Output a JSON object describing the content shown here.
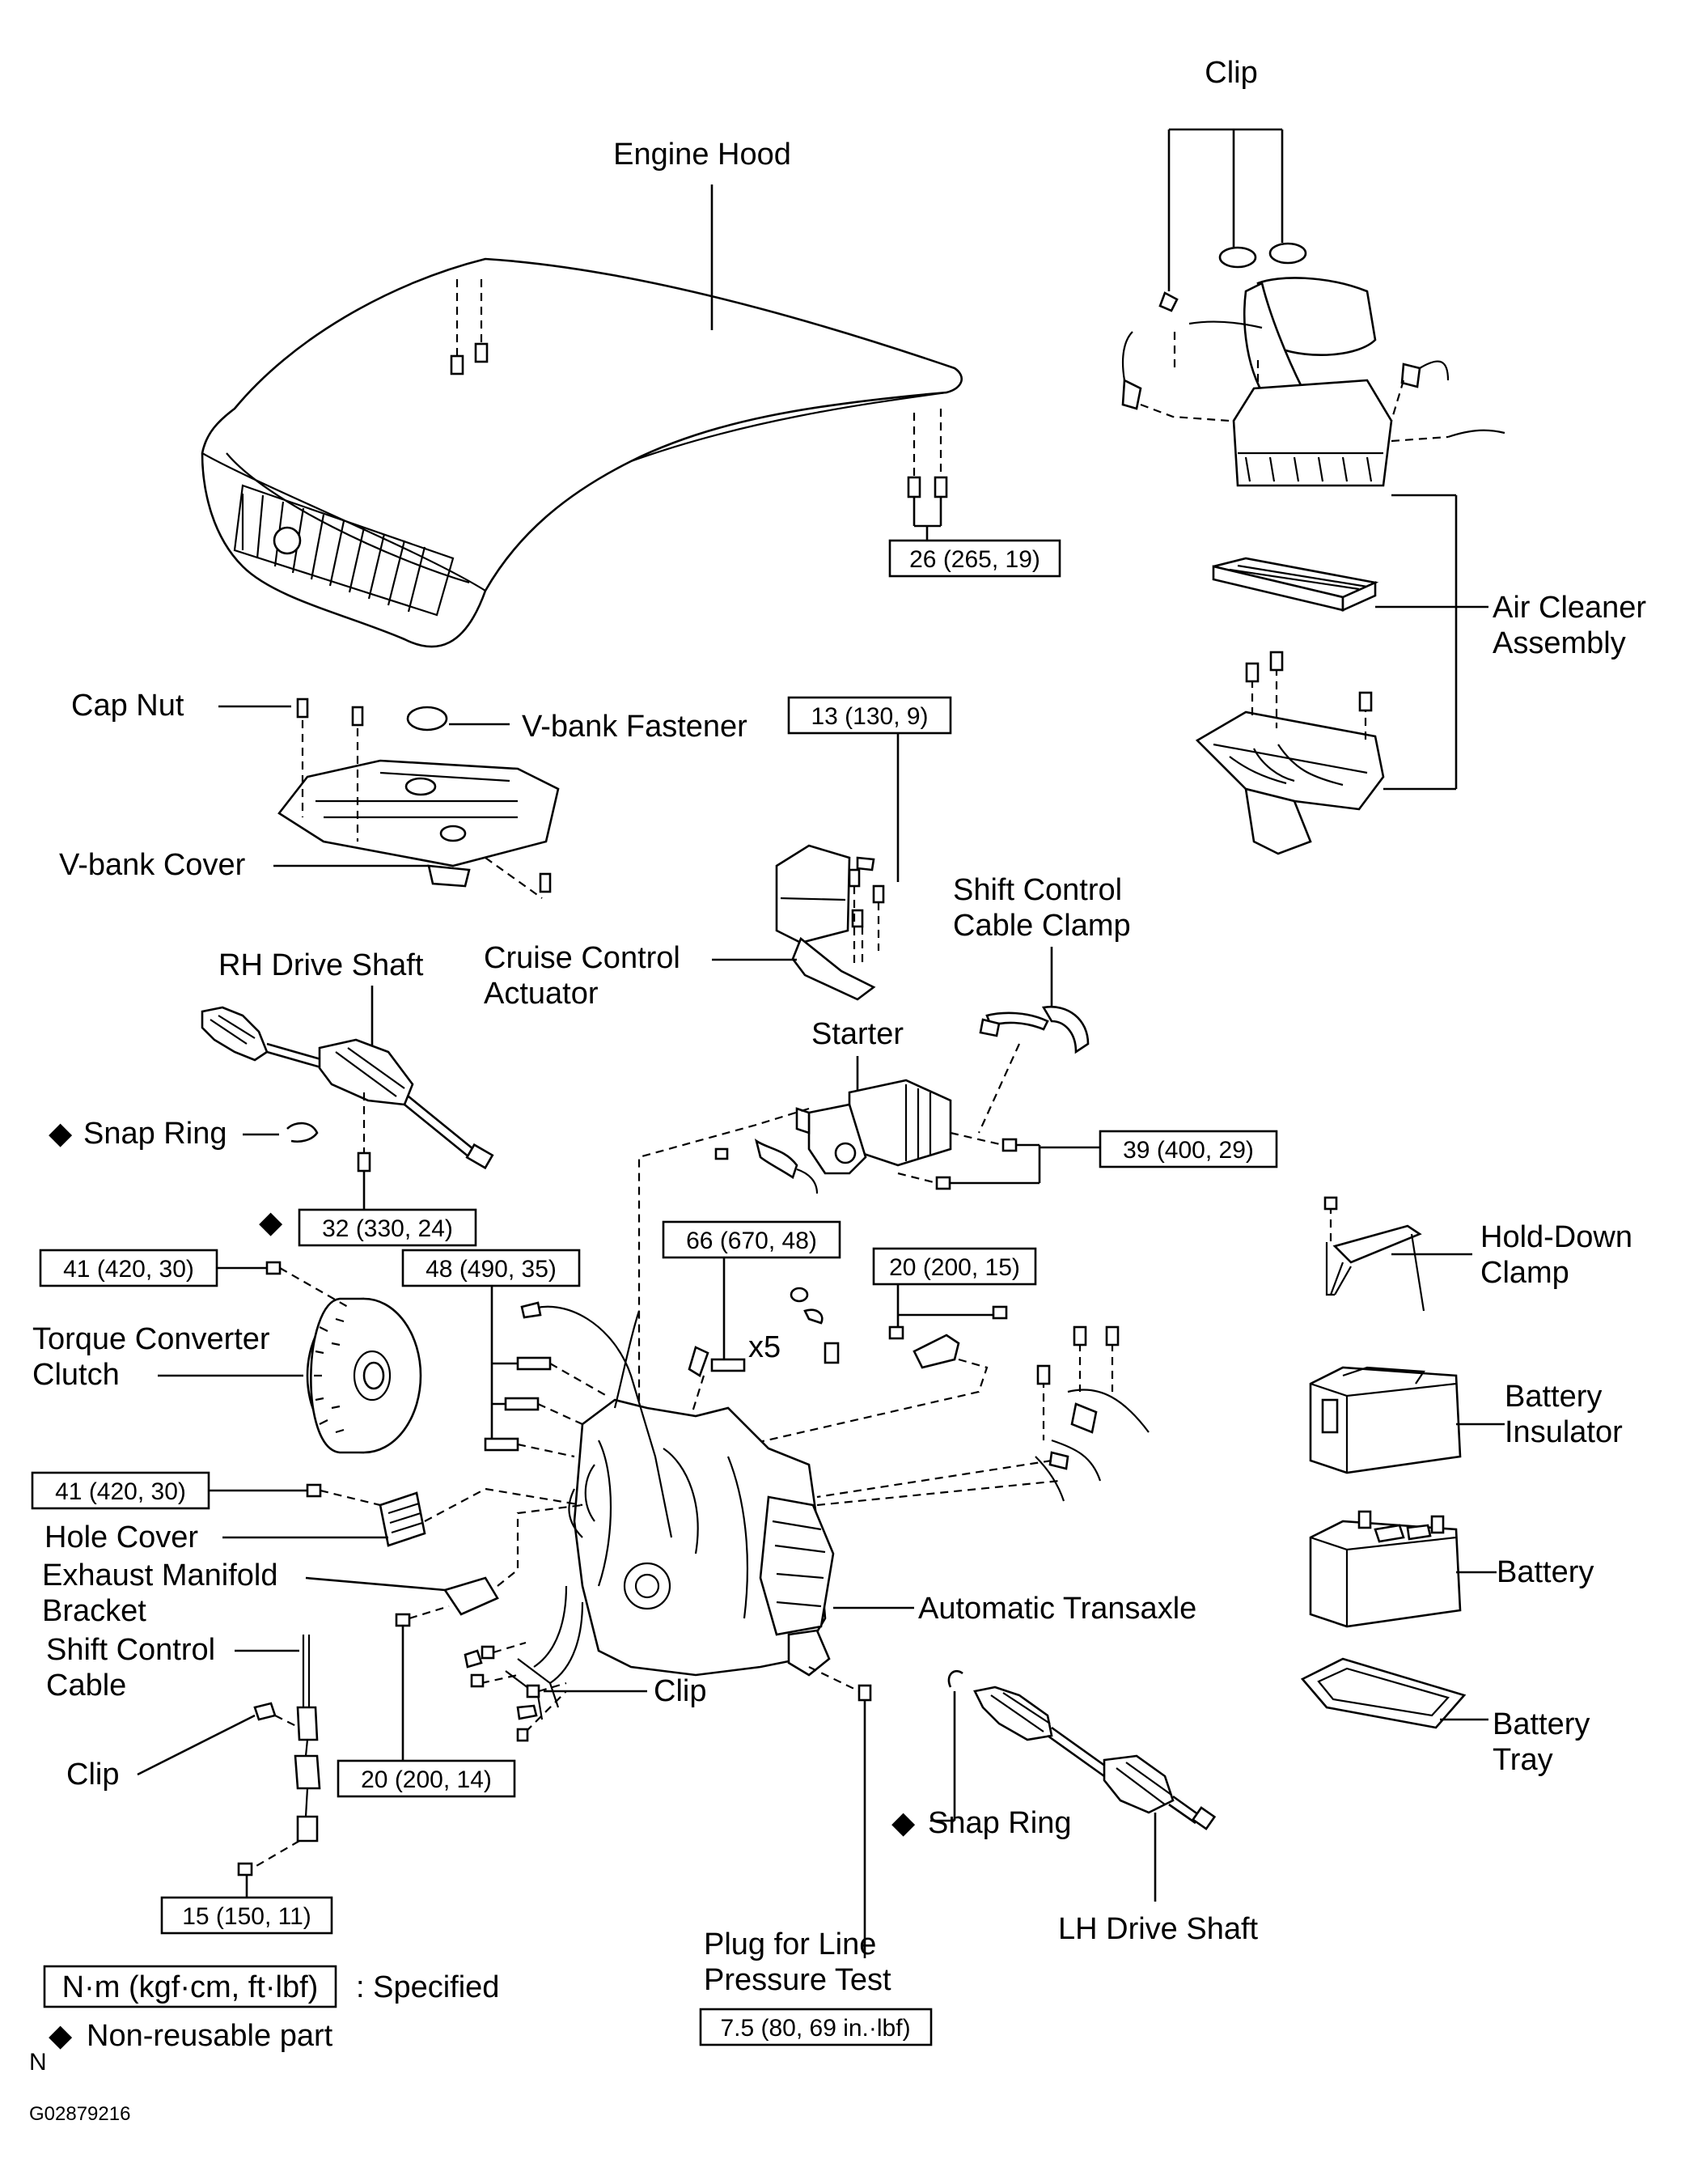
{
  "labels": {
    "clip_top": "Clip",
    "engine_hood": "Engine Hood",
    "air_cleaner_1": "Air Cleaner",
    "air_cleaner_2": "Assembly",
    "cap_nut": "Cap Nut",
    "vbank_fastener": "V-bank  Fastener",
    "vbank_cover": "V-bank  Cover",
    "cruise_1": "Cruise Control",
    "cruise_2": "Actuator",
    "rh_drive_shaft": "RH Drive Shaft",
    "shift_clamp_1": "Shift Control",
    "shift_clamp_2": "Cable Clamp",
    "starter": "Starter",
    "snap_ring_rh": "Snap Ring",
    "hold_down_1": "Hold-Down",
    "hold_down_2": "Clamp",
    "x5": "x5",
    "torque_1": "Torque Converter",
    "torque_2": "Clutch",
    "battery_ins_1": "Battery",
    "battery_ins_2": "Insulator",
    "hole_cover": "Hole Cover",
    "exhaust_1": "Exhaust Manifold",
    "exhaust_2": "Bracket",
    "battery": "Battery",
    "shift_cable_1": "Shift Control",
    "shift_cable_2": "Cable",
    "auto_transaxle": "Automatic Transaxle",
    "clip_mid": "Clip",
    "battery_tray_1": "Battery",
    "battery_tray_2": "Tray",
    "clip_left": "Clip",
    "snap_ring_lh": "Snap Ring",
    "plug_1": "Plug for Line",
    "plug_2": "Pressure Test",
    "lh_drive_shaft": "LH Drive Shaft",
    "specified": ": Specified",
    "non_reusable": "Non-reusable part",
    "n_mark": "N",
    "figure_id": "G02879216"
  },
  "torque_boxes": {
    "hood": "26 (265, 19)",
    "cruise": "13 (130, 9)",
    "starter": "39 (400, 29)",
    "rh_shaft": "32 (330, 24)",
    "torque_conv": "41 (420, 30)",
    "transaxle_bolts": "48 (490, 35)",
    "mount_bolt": "66 (670, 48)",
    "bracket": "20 (200, 15)",
    "hole_cover": "41 (420, 30)",
    "exhaust": "20 (200, 14)",
    "shift_cable": "15 (150, 11)",
    "plug": "7.5 (80, 69 in.·lbf)",
    "legend_unit": "N·m (kgf·cm, ft·lbf)"
  },
  "symbols": {
    "non_reusable": "◆"
  }
}
